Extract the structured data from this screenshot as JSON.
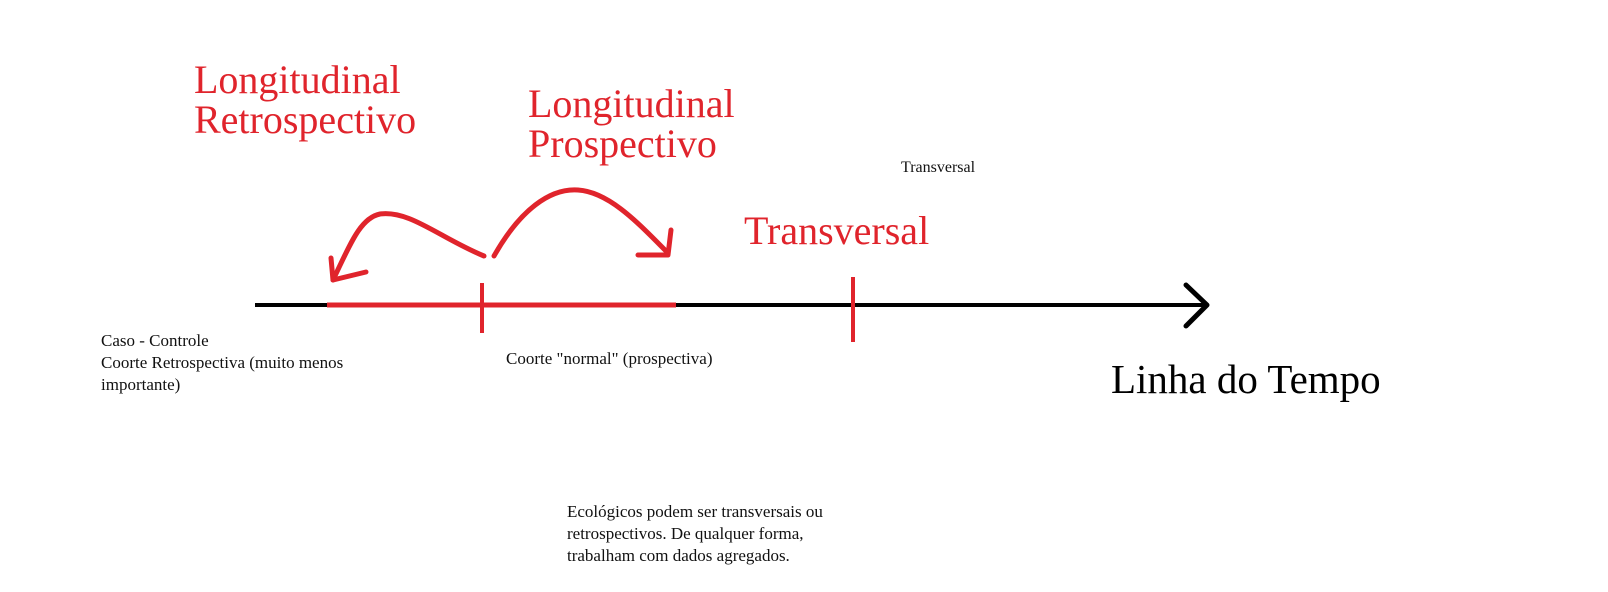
{
  "diagram": {
    "retro_label": [
      "Longitudinal",
      "Retrospectivo"
    ],
    "pro_label": [
      "Longitudinal",
      "Prospectivo"
    ],
    "transversal_red": "Transversal",
    "transversal_small": "Transversal",
    "timeline_label": "Linha do Tempo",
    "case_control_lines": [
      "Caso - Controle",
      "Coorte Retrospectiva (muito menos",
      "importante)"
    ],
    "cohort_normal": "Coorte \"normal\" (prospectiva)",
    "ecological_lines": [
      "Ecológicos podem ser transversais ou",
      "retrospectivos. De qualquer forma,",
      "trabalham com dados agregados."
    ],
    "colors": {
      "red": "#e0242c",
      "black": "#000000"
    }
  }
}
